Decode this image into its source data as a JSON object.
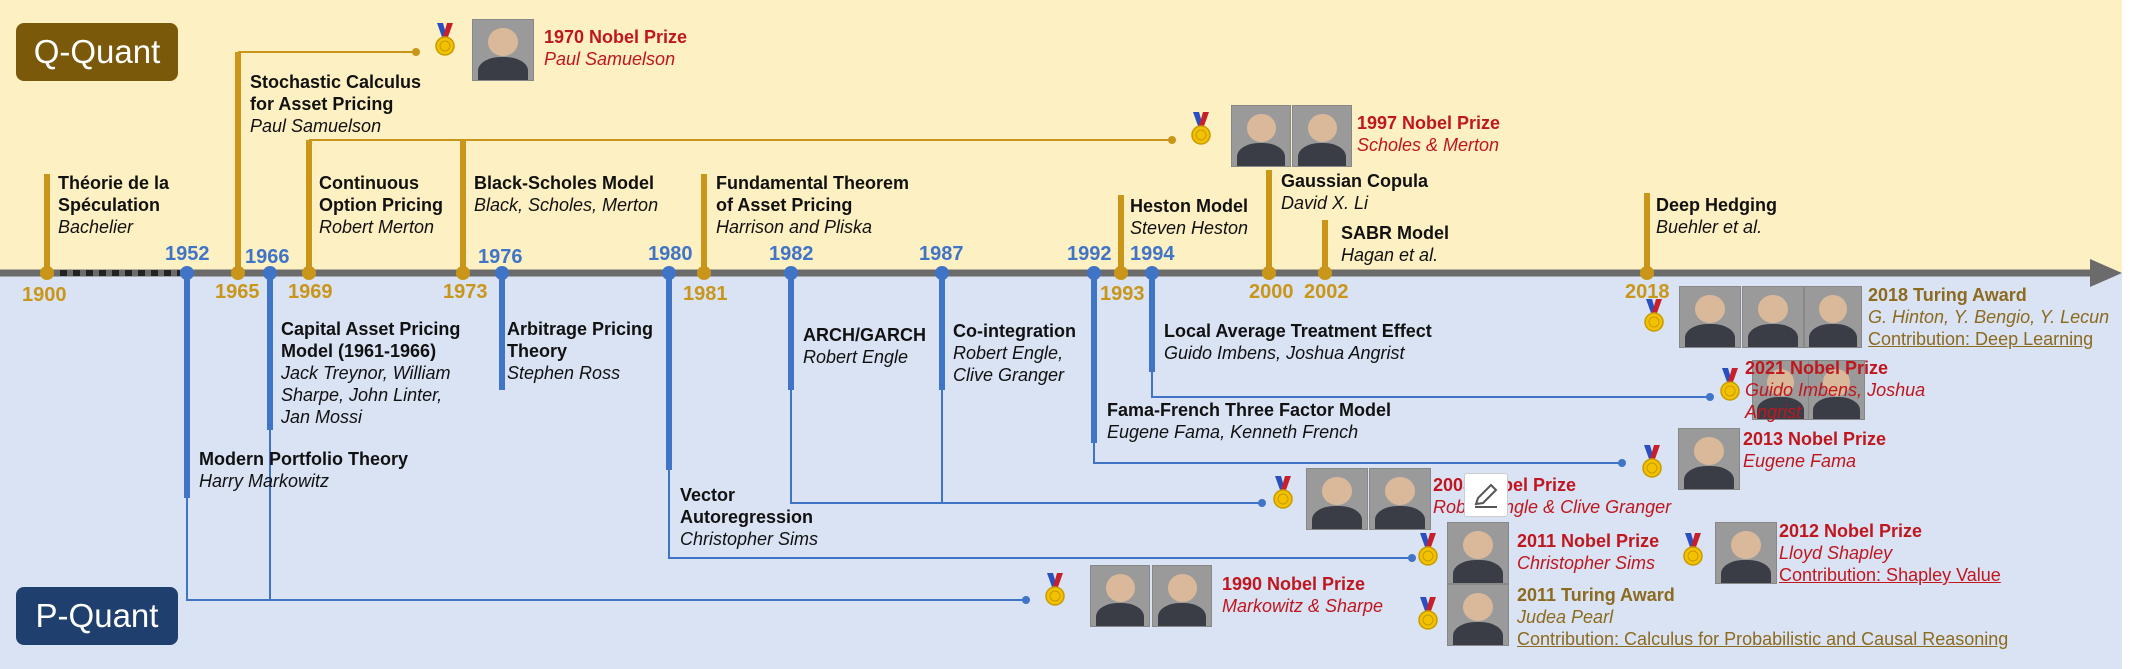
{
  "bands": {
    "q_quant": "Q-Quant",
    "p_quant": "P-Quant"
  },
  "colors": {
    "q_line": "#c9961a",
    "p_line": "#3f74c7",
    "q_band": "#fdf0c2",
    "p_band": "#d9e3f4",
    "award_red": "#c0161e",
    "award_olive": "#8c6a1e"
  },
  "events": [
    {
      "id": "e1900",
      "year": "1900",
      "side": "q",
      "title": [
        "Théorie de la",
        "Spéculation"
      ],
      "author": [
        "Bachelier"
      ]
    },
    {
      "id": "e1965",
      "year": "1965",
      "side": "q",
      "title": [
        "Stochastic Calculus",
        "for Asset Pricing"
      ],
      "author": [
        "Paul Samuelson"
      ]
    },
    {
      "id": "e1969",
      "year": "1969",
      "side": "q",
      "title": [
        "Continuous",
        "Option Pricing"
      ],
      "author": [
        "Robert Merton"
      ]
    },
    {
      "id": "e1973",
      "year": "1973",
      "side": "q",
      "title": [
        "Black-Scholes Model"
      ],
      "author": [
        "Black, Scholes, Merton"
      ]
    },
    {
      "id": "e1981",
      "year": "1981",
      "side": "q",
      "title": [
        "Fundamental Theorem",
        "of Asset Pricing"
      ],
      "author": [
        "Harrison and Pliska"
      ]
    },
    {
      "id": "e1993",
      "year": "1993",
      "side": "q",
      "title": [
        "Heston Model"
      ],
      "author": [
        "Steven Heston"
      ]
    },
    {
      "id": "e2000",
      "year": "2000",
      "side": "q",
      "title": [
        "Gaussian Copula"
      ],
      "author": [
        "David X. Li"
      ]
    },
    {
      "id": "e2002",
      "year": "2002",
      "side": "q",
      "title": [
        "SABR Model"
      ],
      "author": [
        "Hagan et al."
      ]
    },
    {
      "id": "e2018",
      "year": "2018",
      "side": "q",
      "title": [
        "Deep Hedging"
      ],
      "author": [
        "Buehler et al."
      ]
    },
    {
      "id": "e1952",
      "year": "1952",
      "side": "p",
      "title": [
        "Modern Portfolio Theory"
      ],
      "author": [
        "Harry Markowitz"
      ]
    },
    {
      "id": "e1966",
      "year": "1966",
      "side": "p",
      "title": [
        "Capital Asset Pricing",
        "Model (1961-1966)"
      ],
      "author": [
        "Jack Treynor, William",
        "Sharpe, John Linter,",
        "Jan Mossi"
      ]
    },
    {
      "id": "e1976",
      "year": "1976",
      "side": "p",
      "title": [
        "Arbitrage Pricing",
        "Theory"
      ],
      "author": [
        "Stephen Ross"
      ]
    },
    {
      "id": "e1980",
      "year": "1980",
      "side": "p",
      "title": [
        "Vector",
        "Autoregression"
      ],
      "author": [
        "Christopher Sims"
      ]
    },
    {
      "id": "e1982",
      "year": "1982",
      "side": "p",
      "title": [
        "ARCH/GARCH"
      ],
      "author": [
        "Robert Engle"
      ]
    },
    {
      "id": "e1987",
      "year": "1987",
      "side": "p",
      "title": [
        "Co-integration"
      ],
      "author": [
        "Robert Engle,",
        "Clive Granger"
      ]
    },
    {
      "id": "e1992",
      "year": "1992",
      "side": "p",
      "title": [
        "Fama-French Three Factor Model"
      ],
      "author": [
        "Eugene Fama, Kenneth French"
      ]
    },
    {
      "id": "e1994",
      "year": "1994",
      "side": "p",
      "title": [
        "Local Average Treatment Effect"
      ],
      "author": [
        "Guido Imbens, Joshua Angrist"
      ]
    }
  ],
  "awards": [
    {
      "id": "a1970",
      "name": "1970 Nobel Prize",
      "people": [
        "Paul Samuelson"
      ],
      "style": "red",
      "contribution": ""
    },
    {
      "id": "a1997",
      "name": "1997 Nobel Prize",
      "people": [
        "Scholes & Merton"
      ],
      "style": "red",
      "contribution": ""
    },
    {
      "id": "a1990",
      "name": "1990 Nobel Prize",
      "people": [
        "Markowitz & Sharpe"
      ],
      "style": "red",
      "contribution": ""
    },
    {
      "id": "a2003",
      "name": "2003 Nobel Prize",
      "people": [
        "Robert Engle & Clive Granger"
      ],
      "style": "red",
      "contribution": ""
    },
    {
      "id": "a2011n",
      "name": "2011 Nobel Prize",
      "people": [
        "Christopher Sims"
      ],
      "style": "red",
      "contribution": ""
    },
    {
      "id": "a2012",
      "name": "2012 Nobel Prize",
      "people": [
        "Lloyd Shapley"
      ],
      "style": "red",
      "contribution": "Contribution: Shapley Value"
    },
    {
      "id": "a2011t",
      "name": "2011 Turing Award",
      "people": [
        "Judea Pearl"
      ],
      "style": "olive",
      "contribution": "Contribution: Calculus for Probabilistic and Causal Reasoning"
    },
    {
      "id": "a2013",
      "name": "2013 Nobel Prize",
      "people": [
        "Eugene Fama"
      ],
      "style": "red",
      "contribution": ""
    },
    {
      "id": "a2021",
      "name": "2021 Nobel Prize",
      "people": [
        "Guido Imbens, Joshua",
        "Angrist"
      ],
      "style": "red",
      "contribution": ""
    },
    {
      "id": "a2018",
      "name": "2018 Turing Award",
      "people": [
        "G. Hinton, Y. Bengio, Y. Lecun"
      ],
      "style": "olive",
      "contribution": "Contribution: Deep Learning"
    }
  ]
}
